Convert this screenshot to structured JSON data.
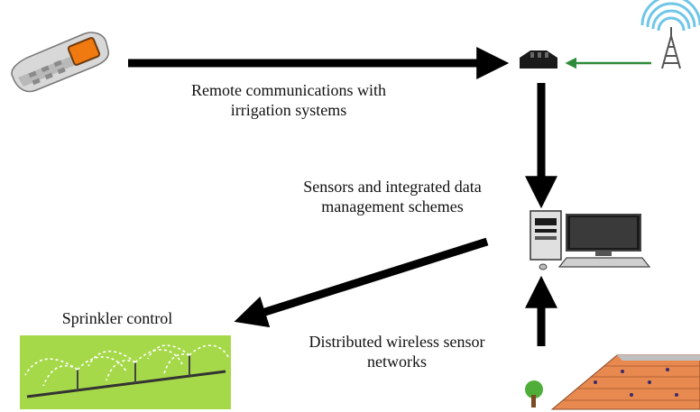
{
  "labels": {
    "remote_line1": "Remote communications with",
    "remote_line2": "irrigation systems",
    "sensors_line1": "Sensors and integrated data",
    "sensors_line2": "management schemes",
    "sprinkler": "Sprinkler control",
    "wsn_line1": "Distributed wireless sensor",
    "wsn_line2": "networks"
  },
  "icons": [
    "mobile-phone-icon",
    "tower-icon",
    "house-icon",
    "computer-icon",
    "sprinkler-field-icon",
    "sensor-field-icon"
  ],
  "colors": {
    "arrow": "#000000",
    "signal_arrow": "#2e8b3a",
    "phone_screen": "#f07a10",
    "sprinkler_field": "#a6d94a",
    "sensor_field": "#e8894f",
    "tower_waves": "#6fc6e8"
  }
}
